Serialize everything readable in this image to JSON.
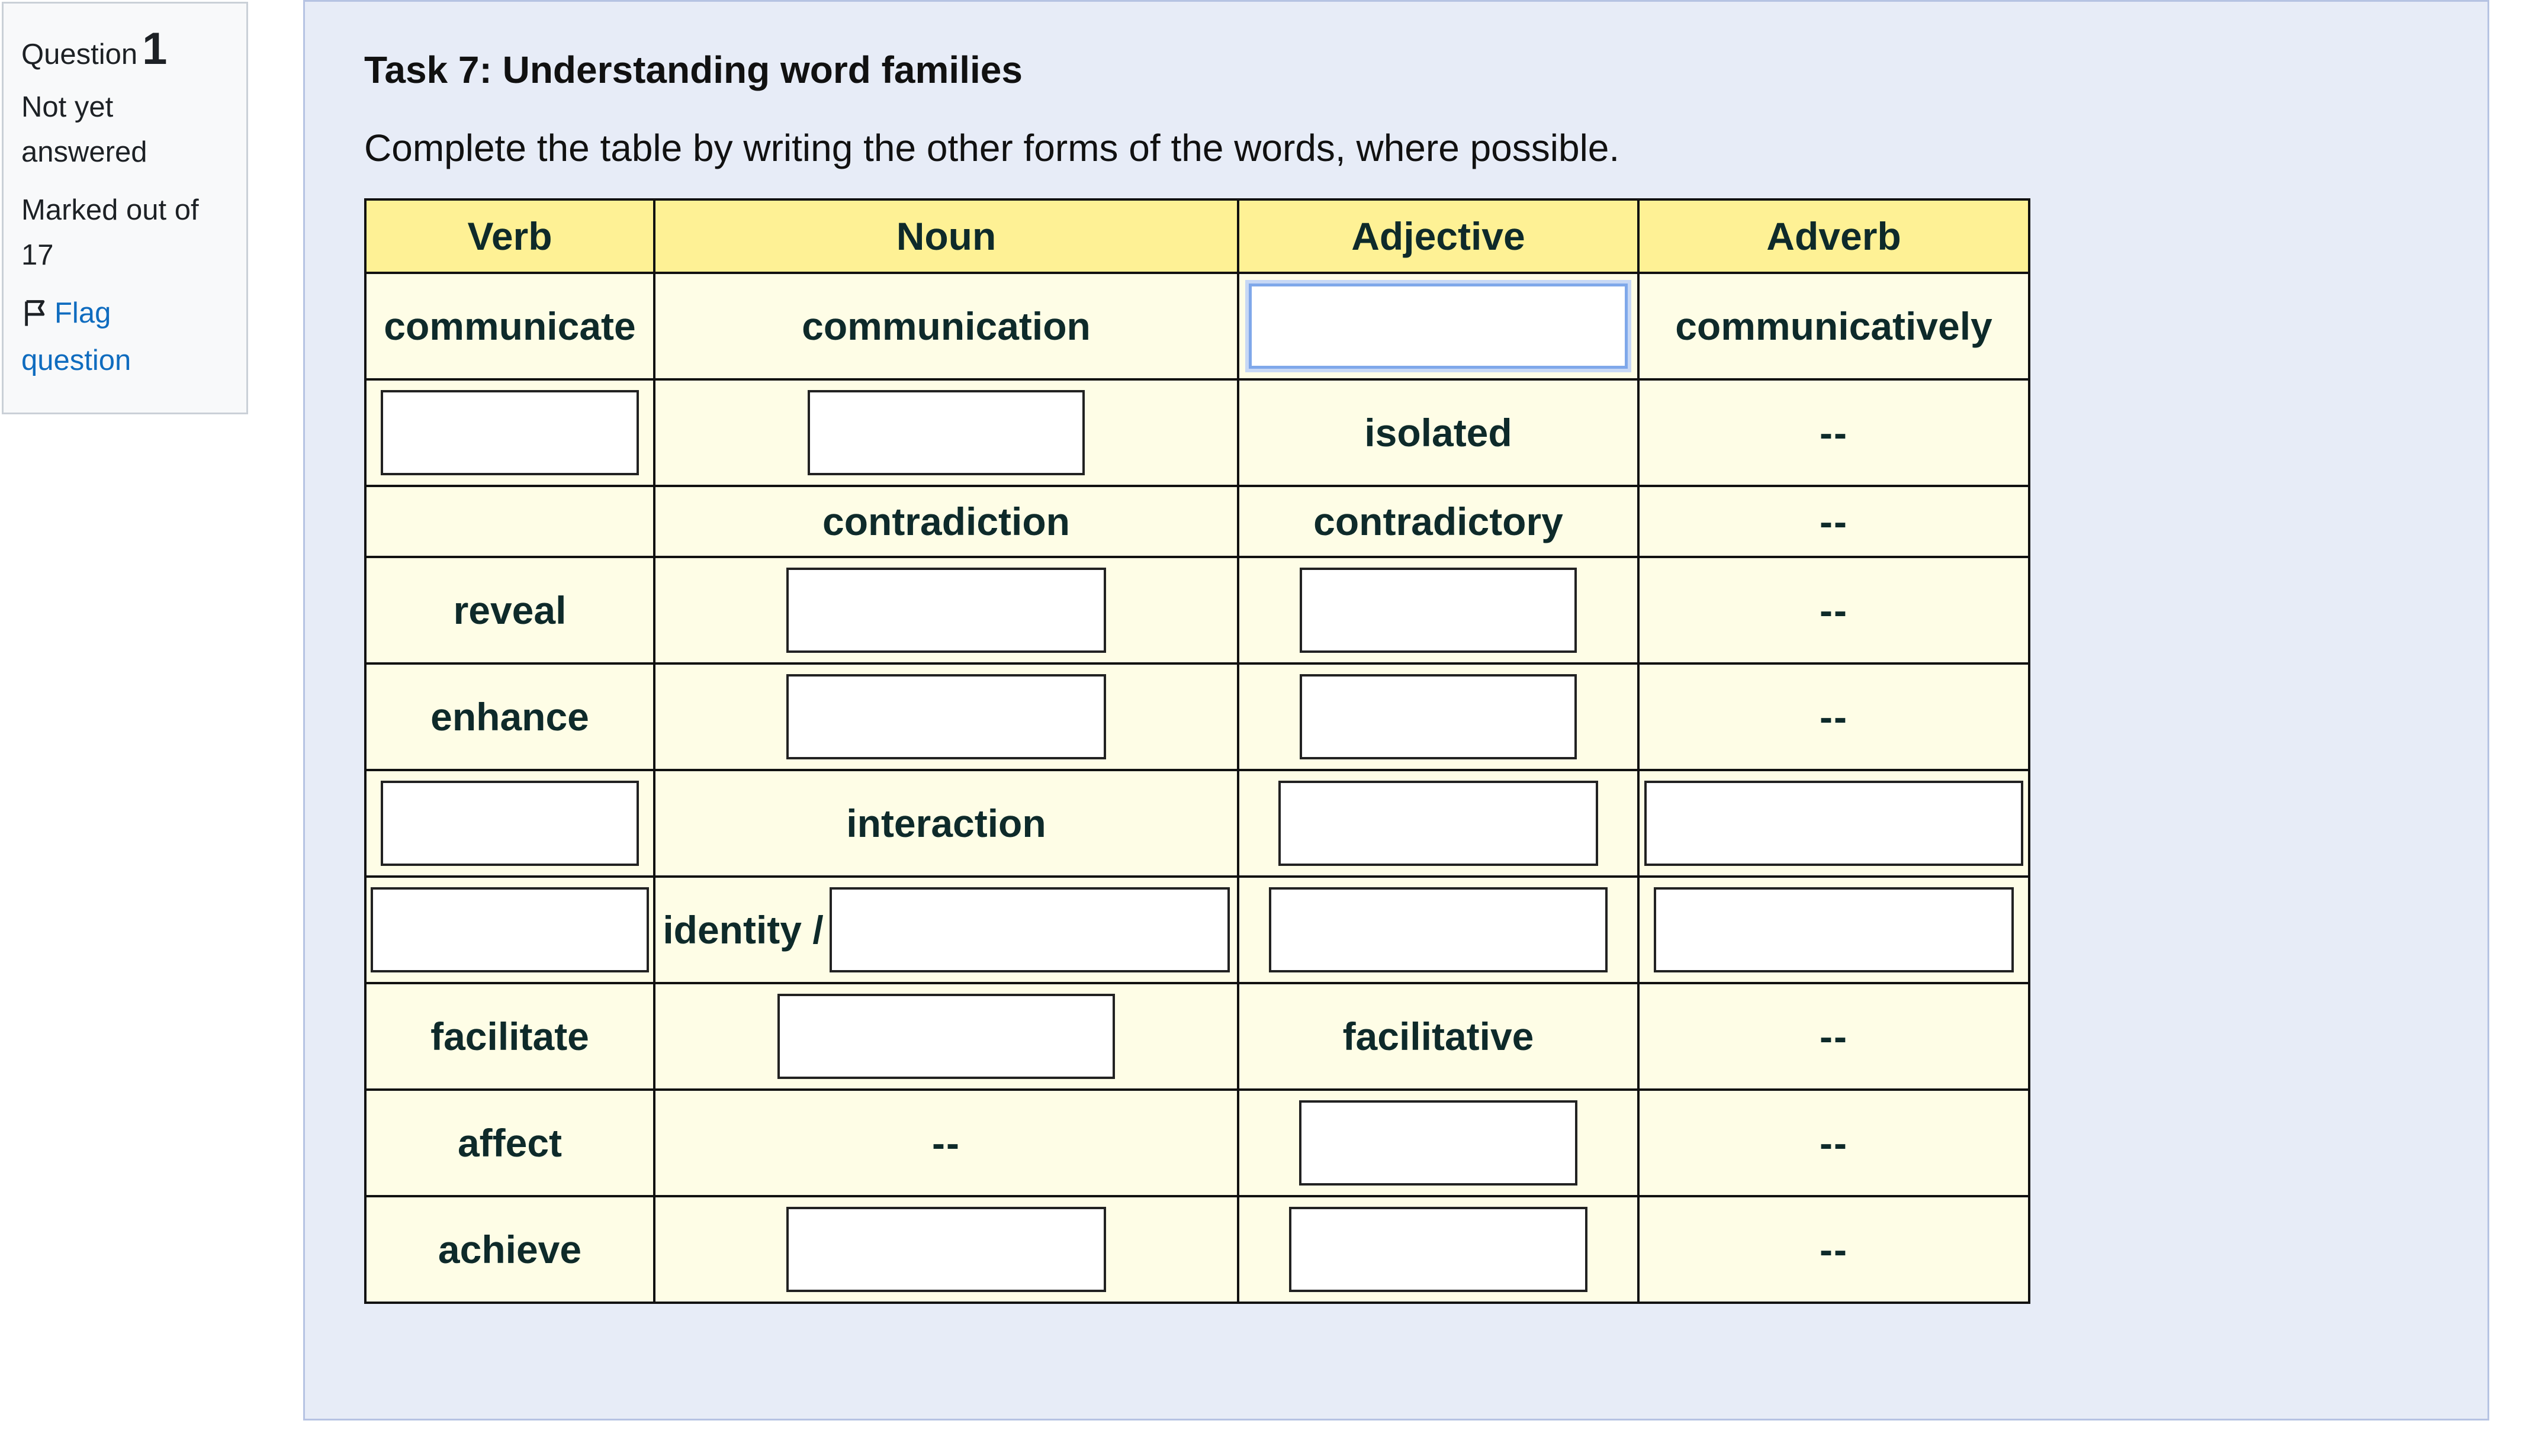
{
  "info": {
    "question_label": "Question",
    "question_number": "1",
    "state": "Not yet answered",
    "grade": "Marked out of 17",
    "flag_label": "Flag question"
  },
  "question": {
    "title": "Task 7: Understanding word families",
    "instruction": "Complete the table by writing the other forms of the words, where possible."
  },
  "table": {
    "headers": [
      "Verb",
      "Noun",
      "Adjective",
      "Adverb"
    ],
    "rows": [
      {
        "verb": "communicate",
        "noun": "communication",
        "adjective": "",
        "adverb": "communicatively"
      },
      {
        "verb": "",
        "noun": "",
        "adjective": "isolated",
        "adverb": "--"
      },
      {
        "verb": "",
        "noun": "contradiction",
        "adjective": "contradictory",
        "adverb": "--"
      },
      {
        "verb": "reveal",
        "noun": "",
        "adjective": "",
        "adverb": "--"
      },
      {
        "verb": "enhance",
        "noun": "",
        "adjective": "",
        "adverb": "--"
      },
      {
        "verb": "",
        "noun": "interaction",
        "adjective": "",
        "adverb": ""
      },
      {
        "verb": "",
        "noun_prefix": "identity /",
        "noun": "",
        "adjective": "",
        "adverb": ""
      },
      {
        "verb": "facilitate",
        "noun": "",
        "adjective": "facilitative",
        "adverb": "--"
      },
      {
        "verb": "affect",
        "noun": "--",
        "adjective": "",
        "adverb": "--"
      },
      {
        "verb": "achieve",
        "noun": "",
        "adjective": "",
        "adverb": "--"
      }
    ]
  },
  "colors": {
    "header_bg": "#fef195",
    "cell_bg": "#fefde6",
    "panel_bg": "#e7ecf7",
    "link": "#0f6cbf"
  }
}
